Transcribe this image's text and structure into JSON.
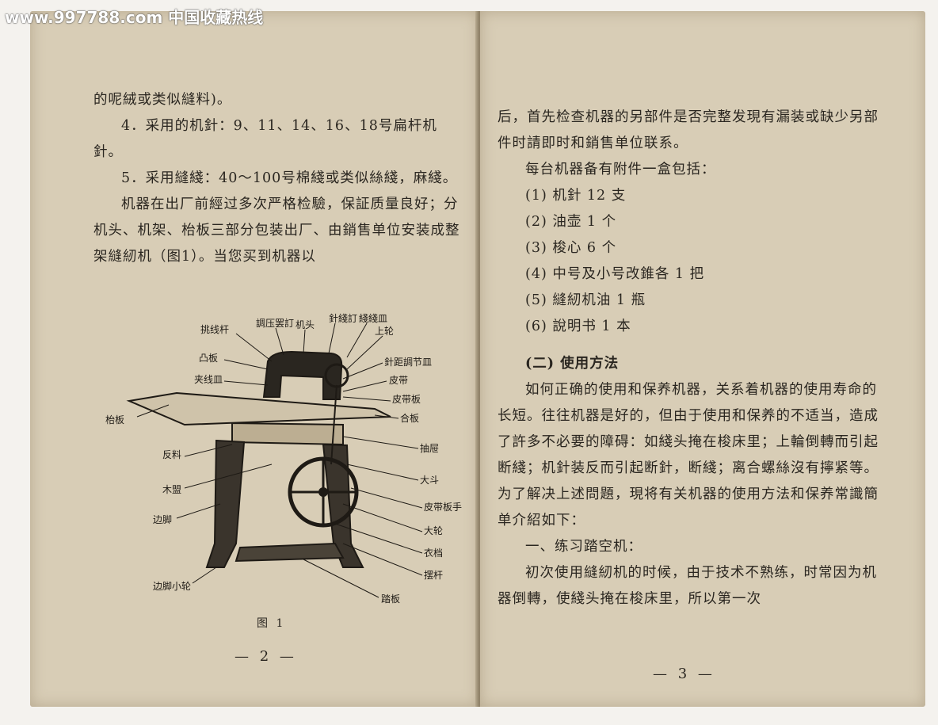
{
  "watermark": "www.997788.com 中国收藏热线",
  "left_page": {
    "paragraphs": [
      "的呢絨或类似縫料)。",
      "4．采用的机針：9、11、14、16、18号扁杆机針。",
      "5．采用縫綫：40～100号棉綫或类似絲綫，麻綫。",
      "机器在出厂前經过多次严格检驗，保証质量良好；分机头、机架、枱板三部分包装出厂、由銷售单位安装成整架縫紉机（图1）。当您买到机器以"
    ],
    "figure_caption": "图 1",
    "page_number": "— 2 —",
    "figure_labels": {
      "l1": "挑线杆",
      "l2": "調压罢訂",
      "l3": "机头",
      "l4": "針綫訂",
      "l5": "綫綫皿",
      "l6": "上轮",
      "l7": "凸板",
      "l8": "針距調节皿",
      "l9": "夹线皿",
      "l10": "皮带",
      "l11": "皮带板",
      "l12": "枱板",
      "l13": "合板",
      "l14": "抽屉",
      "l15": "反料",
      "l16": "大斗",
      "l17": "木盟",
      "l18": "皮带板手",
      "l19": "边脚",
      "l20": "大轮",
      "l21": "衣档",
      "l22": "摆杆",
      "l23": "边脚小轮",
      "l24": "踏板"
    }
  },
  "right_page": {
    "paragraphs": [
      "后，首先检查机器的另部件是否完整发現有漏装或缺少另部件时請即时和銷售单位联系。",
      "每台机器备有附件一盒包括："
    ],
    "items": [
      "(1) 机針 12 支",
      "(2) 油壶 1 个",
      "(3) 梭心 6 个",
      "(4) 中号及小号改錐各 1 把",
      "(5) 縫紉机油 1 瓶",
      "(6) 說明书 1 本"
    ],
    "heading": "(二) 使用方法",
    "paragraphs2": [
      "如何正确的使用和保养机器，关系着机器的使用寿命的长短。往往机器是好的，但由于使用和保养的不适当，造成了許多不必要的障碍：如綫头掩在梭床里；上輪倒轉而引起断綫；机針装反而引起断針，断綫；离合螺絲沒有擰紧等。为了解决上述問題，現将有关机器的使用方法和保养常識簡单介紹如下：",
      "一、练习踏空机：",
      "初次使用縫紉机的时候，由于技术不熟练，时常因为机器倒轉，使綫头掩在梭床里，所以第一次"
    ],
    "page_number": "— 3 —"
  },
  "colors": {
    "paper": "#d8cdb6",
    "ink": "#2a2620",
    "background": "#f4f2ee"
  }
}
